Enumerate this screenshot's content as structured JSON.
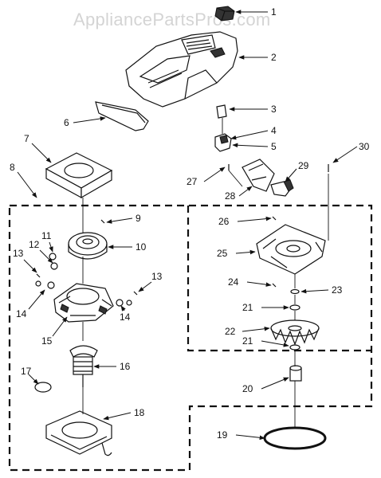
{
  "watermark": "AppliancePartsPros.com",
  "callouts": [
    {
      "id": "1",
      "label": "1"
    },
    {
      "id": "2",
      "label": "2"
    },
    {
      "id": "3",
      "label": "3"
    },
    {
      "id": "4",
      "label": "4"
    },
    {
      "id": "5",
      "label": "5"
    },
    {
      "id": "6",
      "label": "6"
    },
    {
      "id": "7",
      "label": "7"
    },
    {
      "id": "8",
      "label": "8"
    },
    {
      "id": "9",
      "label": "9"
    },
    {
      "id": "10",
      "label": "10"
    },
    {
      "id": "11",
      "label": "11"
    },
    {
      "id": "12",
      "label": "12"
    },
    {
      "id": "13a",
      "label": "13"
    },
    {
      "id": "13b",
      "label": "13"
    },
    {
      "id": "14a",
      "label": "14"
    },
    {
      "id": "14b",
      "label": "14"
    },
    {
      "id": "15",
      "label": "15"
    },
    {
      "id": "16",
      "label": "16"
    },
    {
      "id": "17",
      "label": "17"
    },
    {
      "id": "18",
      "label": "18"
    },
    {
      "id": "19",
      "label": "19"
    },
    {
      "id": "20",
      "label": "20"
    },
    {
      "id": "21a",
      "label": "21"
    },
    {
      "id": "21b",
      "label": "21"
    },
    {
      "id": "22",
      "label": "22"
    },
    {
      "id": "23",
      "label": "23"
    },
    {
      "id": "24",
      "label": "24"
    },
    {
      "id": "25",
      "label": "25"
    },
    {
      "id": "26",
      "label": "26"
    },
    {
      "id": "27",
      "label": "27"
    },
    {
      "id": "28",
      "label": "28"
    },
    {
      "id": "29",
      "label": "29"
    },
    {
      "id": "30",
      "label": "30"
    }
  ]
}
